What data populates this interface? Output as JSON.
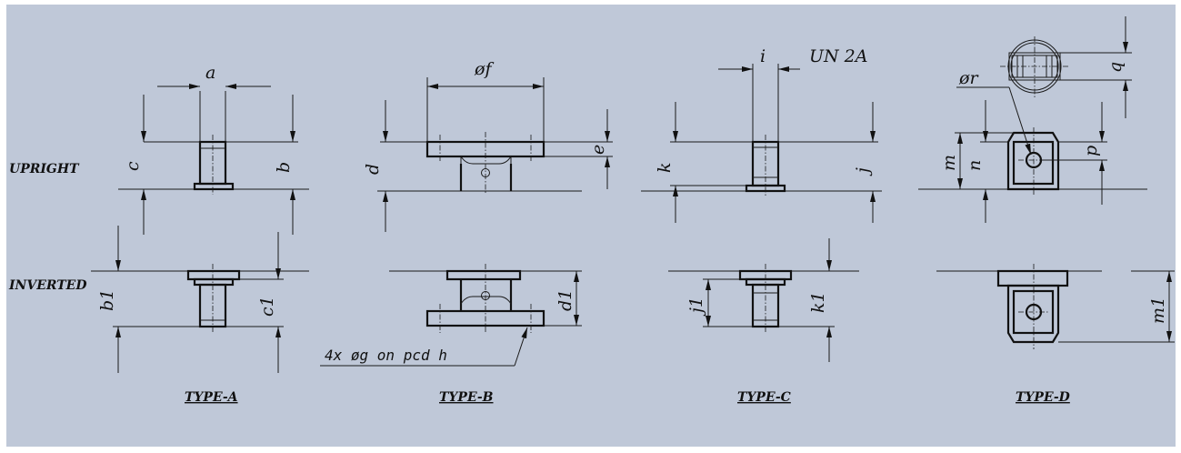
{
  "rows": {
    "upright": "UPRIGHT",
    "inverted": "INVERTED"
  },
  "titles": {
    "a": "TYPE-A",
    "b": "TYPE-B",
    "c": "TYPE-C",
    "d": "TYPE-D"
  },
  "dims": {
    "a": "a",
    "b": "b",
    "c": "c",
    "b1": "b1",
    "c1": "c1",
    "d": "d",
    "e": "e",
    "f": "øf",
    "d1": "d1",
    "i": "i",
    "thread": "UN  2A",
    "j": "j",
    "k": "k",
    "j1": "j1",
    "k1": "k1",
    "q": "q",
    "r": "ør",
    "m": "m",
    "n": "n",
    "p": "p",
    "m1": "m1"
  },
  "notes": {
    "pcd": "4x  øg   on  pcd  h"
  }
}
